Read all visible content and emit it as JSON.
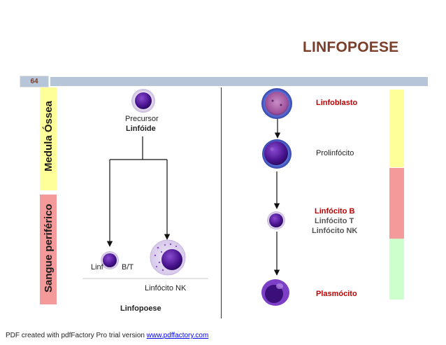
{
  "title": "LINFOPOESE",
  "page_number": "64",
  "side_labels": {
    "medula": "Medula Óssea",
    "sangue": "Sangue periférico"
  },
  "left_panel": {
    "precursor_line1": "Precursor",
    "precursor_line2": "Linfóide",
    "linfocito_bt_left": "Linf",
    "linfocito_bt_right": "B/T",
    "linfocito_nk": "Linfócito NK",
    "caption": "Linfopoese"
  },
  "right_panel": {
    "linfoblasto": "Linfoblasto",
    "prolinfocito": "Prolinfócito",
    "linfocito_b": "Linfócito B",
    "linfocito_t": "Linfócito T",
    "linfocito_nk": "Linfócito NK",
    "plasmocito": "Plasmócito"
  },
  "colors": {
    "title": "#7a3e2b",
    "accent_red": "#c00000",
    "header_bar": "#b6c6d8",
    "band_yellow": "#ffff99",
    "band_red": "#f59a9a",
    "band_green": "#ccffcc",
    "cell_purple": "#5b1a9e"
  },
  "footer": {
    "prefix": "PDF created with pdfFactory Pro trial version ",
    "link_text": "www.pdffactory.com"
  }
}
